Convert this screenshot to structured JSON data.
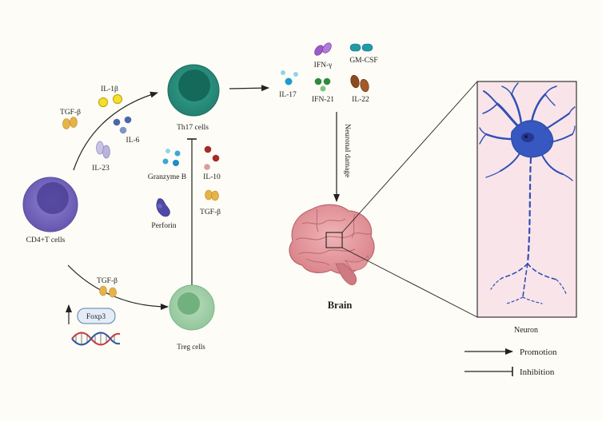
{
  "labels": {
    "cd4": "CD4+T cells",
    "th17": "Th17 cells",
    "treg": "Treg cells",
    "tgfb_top": "TGF-β",
    "il1b": "IL-1β",
    "il6": "IL-6",
    "il23": "IL-23",
    "granzyme": "Granzyme B",
    "il10": "IL-10",
    "perforin": "Perforin",
    "tgfb_mid": "TGF-β",
    "tgfb_low": "TGF-β",
    "foxp3": "Foxp3",
    "il17": "IL-17",
    "ifng": "IFN-γ",
    "gmcsf": "GM-CSF",
    "ifn21": "IFN-21",
    "il22": "IL-22",
    "neuronal_damage": "Neuronal damage",
    "brain": "Brain",
    "neuron": "Neuron"
  },
  "legend": {
    "promotion": "Promotion",
    "inhibition": "Inhibition"
  },
  "colors": {
    "background": "#fdfcf6",
    "cd4_cell": "#7a6cc0",
    "th17_cell": "#2c9283",
    "treg_cell": "#a3d1aa",
    "brain": "#e9a3a8",
    "neuron_panel": "#f9e4ea",
    "neuron": "#3050b4"
  }
}
